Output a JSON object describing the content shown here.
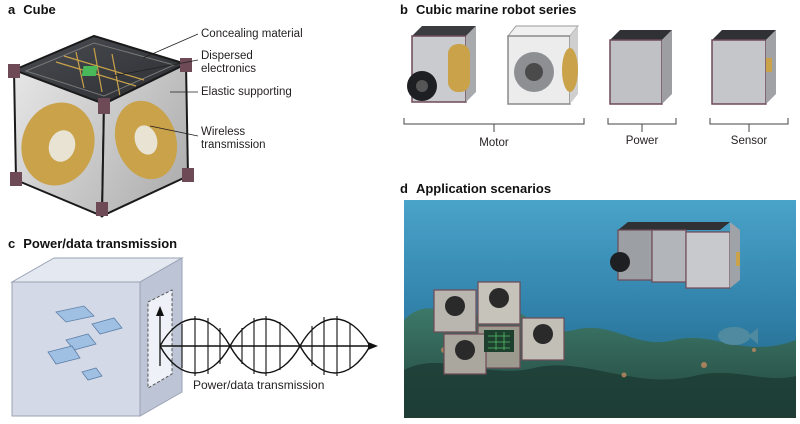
{
  "panel_a": {
    "letter": "a",
    "title": "Cube",
    "callouts": [
      "Concealing material",
      "Dispersed",
      "electronics",
      "Elastic supporting",
      "Wireless",
      "transmission"
    ]
  },
  "panel_b": {
    "letter": "b",
    "title": "Cubic marine robot series",
    "groups": [
      "Motor",
      "Power",
      "Sensor"
    ]
  },
  "panel_c": {
    "letter": "c",
    "title": "Power/data transmission",
    "wave_label": "Power/data transmission"
  },
  "panel_d": {
    "letter": "d",
    "title": "Application scenarios"
  },
  "colors": {
    "cube_gray": "#c7c9cc",
    "coil_gold": "#c9a24a",
    "ocean_blue": "#2f7fa8",
    "wave_black": "#111111",
    "box_blue": "#d5dbe8"
  }
}
